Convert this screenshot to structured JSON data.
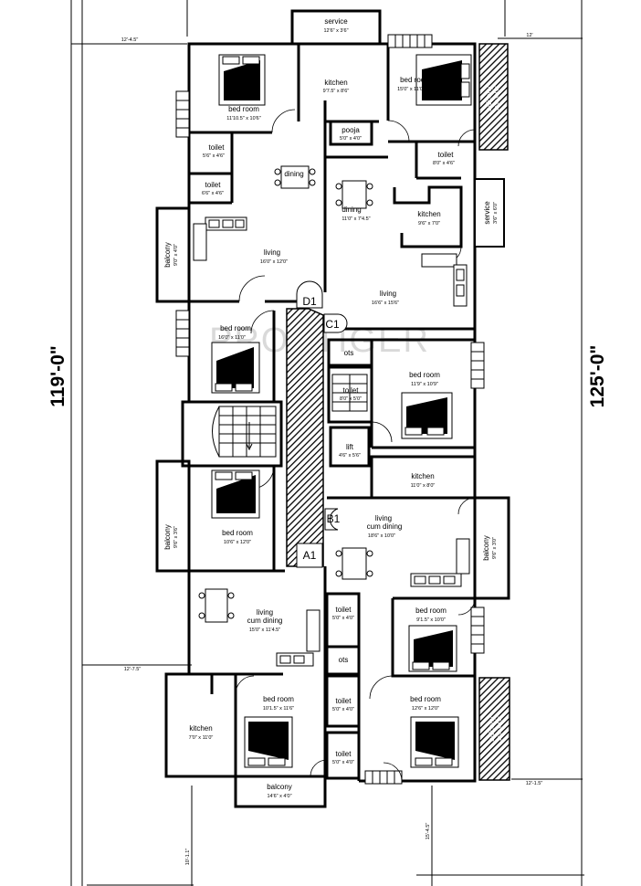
{
  "watermark": "PROPTIGER",
  "dimensions": {
    "left_height": "119'-0\"",
    "right_height": "125'-0\"",
    "top_left": "12'-4.5\"",
    "top_right": "12'",
    "mid_left": "12'-7.5\"",
    "bottom_right_mid": "12'-1.5\"",
    "bottom_left": "10'-1.1\"",
    "bottom_right": "15'-4.5\""
  },
  "units": {
    "a1": "A1",
    "b1": "B1",
    "c1": "C1",
    "d1": "D1"
  },
  "rooms": {
    "service_top": {
      "name": "service",
      "size": "12'6\" x 3'6\""
    },
    "d1_bed": {
      "name": "bed room",
      "size": "11'10.5\" x 10'6\""
    },
    "d1_kitchen": {
      "name": "kitchen",
      "size": "9'7.5\" x 8'6\""
    },
    "c1_bed_top": {
      "name": "bed room",
      "size": "15'0\" x 11'0\""
    },
    "c1_balcony_top": {
      "name": "balcony",
      "size": "10'0\" x 4'0\""
    },
    "pooja": {
      "name": "pooja",
      "size": "5'0\" x 4'0\""
    },
    "d1_toilet_1": {
      "name": "toilet",
      "size": "5'6\" x 4'6\""
    },
    "d1_toilet_2": {
      "name": "toilet",
      "size": "6'6\" x 4'6\""
    },
    "d1_dining": {
      "name": "dining",
      "size": ""
    },
    "c1_toilet_top": {
      "name": "toilet",
      "size": "8'0\" x 4'6\""
    },
    "c1_dining": {
      "name": "dining",
      "size": "11'0\" x 7'4.5\""
    },
    "c1_kitchen": {
      "name": "kitchen",
      "size": "9'6\" x 7'0\""
    },
    "c1_service": {
      "name": "service",
      "size": "3'6\" x 6'0\""
    },
    "d1_balcony": {
      "name": "balcony",
      "size": "9'0\" x 4'0\""
    },
    "d1_living": {
      "name": "living",
      "size": "16'0\" x 12'0\""
    },
    "c1_living": {
      "name": "living",
      "size": "16'6\" x 15'6\""
    },
    "d1_bed_2": {
      "name": "bed room",
      "size": "16'0\" x 11'0\""
    },
    "c1_ots": {
      "name": "ots",
      "size": ""
    },
    "c1_bed_2": {
      "name": "bed room",
      "size": "11'9\" x 10'9\""
    },
    "c1_toilet_2": {
      "name": "toilet",
      "size": "8'0\" x 5'0\""
    },
    "lift": {
      "name": "lift",
      "size": "4'6\" x 5'6\""
    },
    "b1_kitchen": {
      "name": "kitchen",
      "size": "11'0\" x 8'0\""
    },
    "b1_living": {
      "name": "living",
      "name2": "cum dining",
      "size": "18'6\" x 10'0\""
    },
    "a1_balcony_1": {
      "name": "balcony",
      "size": "9'6\" x 3'6\""
    },
    "a1_bed_1": {
      "name": "bed room",
      "size": "10'6\" x 12'0\""
    },
    "b1_balcony_1": {
      "name": "balcony",
      "size": "9'6\" x 3'0\""
    },
    "a1_living": {
      "name": "living",
      "name2": "cum dining",
      "size": "15'0\" x 11'4.5\""
    },
    "b1_toilet_1": {
      "name": "toilet",
      "size": "5'0\" x 4'0\""
    },
    "b1_bed_1": {
      "name": "bed room",
      "size": "9'1.5\" x 10'0\""
    },
    "a1_ots": {
      "name": "ots",
      "size": ""
    },
    "a1_kitchen": {
      "name": "kitchen",
      "size": "7'0\" x 11'0\""
    },
    "a1_bed_2": {
      "name": "bed room",
      "size": "10'1.5\" x 11'6\""
    },
    "b1_toilet_2": {
      "name": "toilet",
      "size": "5'0\" x 4'0\""
    },
    "b1_bed_2": {
      "name": "bed room",
      "size": "12'6\" x 12'0\""
    },
    "b1_balcony_2": {
      "name": "balcony",
      "size": "12'0\" x 4'0\""
    },
    "a1_toilet": {
      "name": "toilet",
      "size": "5'0\" x 4'0\""
    },
    "a1_balcony_2": {
      "name": "balcony",
      "size": "14'6\" x 4'0\""
    }
  }
}
